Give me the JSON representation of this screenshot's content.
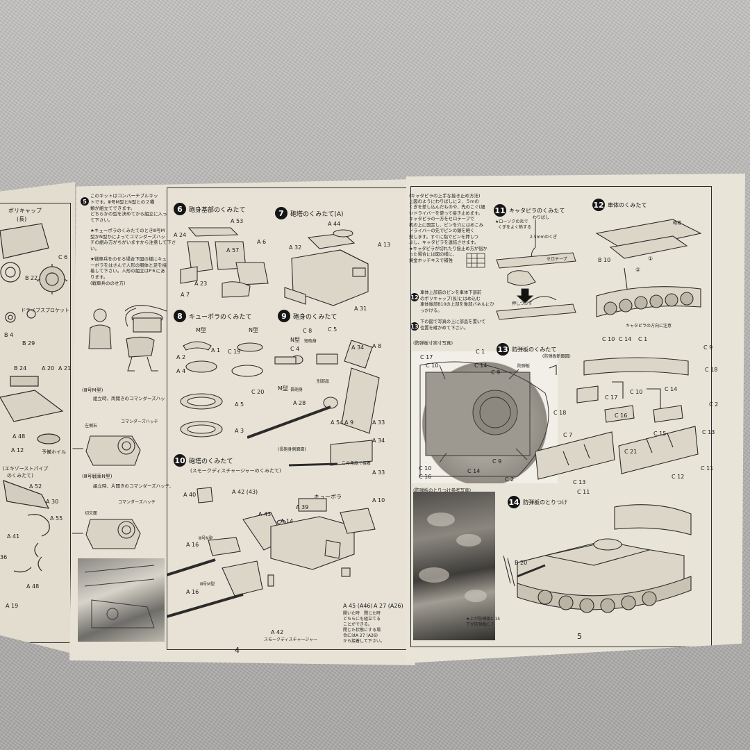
{
  "sheet": {
    "left_page_number": "4",
    "right_page_number": "5"
  },
  "far_left": {
    "labels": [
      "ポリキャップ",
      "(長)",
      "C 6",
      "B 22",
      "ドライブスプロケット",
      "B 4",
      "B 29",
      "B 24",
      "A 20",
      "A 21",
      "A 48",
      "A 12",
      "予備ホイル",
      "(エキゾーストパイプ",
      "のくみたて)",
      "A 52",
      "A 30",
      "A 55",
      "A 41",
      "36",
      "A 48",
      "A 19"
    ]
  },
  "intro": {
    "step_num": "5",
    "text_lines": [
      "このキットはコンバーチブルキッ",
      "トです。Ⅲ号M型とN型との２種",
      "類が組立てできます。",
      "どちらかの型を決めてから組立に入っ",
      "て下さい。",
      "",
      "★キューポラのくみたてのときⅢ号M",
      "型かN型かによってコマンダーズハッ",
      "チの組み方がちがいますから注意して下さ",
      "い。",
      "",
      "★戦車兵をのせる場合下図の様にキュ",
      "ーポラをはさんで人形の胴体と足を接",
      "着して下さい。人形の組立はP６にあ",
      "ります。",
      "(戦車兵ののせ方)"
    ],
    "m_type_heading": "(Ⅲ号M型)",
    "m_type_text": "組立時、両開きのコマンダーズハッ",
    "m_type_labels": [
      "コマンダーズハッチ",
      "左側右"
    ],
    "n_type_heading": "(Ⅲ号戦車N型)",
    "n_type_text": "組立時、片開きのコマンダーズハッチ、",
    "n_type_labels": [
      "コマンダーズハッチ",
      "切欠面"
    ]
  },
  "step6": {
    "num": "6",
    "title": "砲身基部のくみたて",
    "labels": [
      "A 53",
      "A 24",
      "A 57",
      "A 6",
      "A 7",
      "A 23"
    ]
  },
  "step7": {
    "num": "7",
    "title": "砲塔のくみたて(A)",
    "labels": [
      "A 44",
      "A 32",
      "A 13",
      "A 31"
    ]
  },
  "step8": {
    "num": "8",
    "title": "キューポラのくみたて",
    "labels": [
      "M型",
      "N型",
      "A 2",
      "A 1",
      "C 19",
      "A 4",
      "C 20",
      "A 5",
      "A 3"
    ]
  },
  "step9": {
    "num": "9",
    "title": "砲身のくみたて",
    "labels": [
      "C 8",
      "C 5",
      "N型",
      "短砲身",
      "C 4",
      "A 34",
      "A 8",
      "別部品",
      "M型",
      "長砲身",
      "A 28",
      "A 54",
      "A 9",
      "A 33",
      "A 34",
      "(長砲身側面図)",
      "この角度で接着",
      "A 33"
    ]
  },
  "step10": {
    "num": "10",
    "title": "砲塔のくみたて",
    "subtitle": "(スモークディスチャージャーのくみたて)",
    "labels": [
      "A 40",
      "A 42 (43)",
      "A 39",
      "キューポラ",
      "A 10",
      "A 43",
      "A 14",
      "Ⅲ号N型",
      "A 16",
      "Ⅲ号M型",
      "A 16",
      "A 45 (A46)",
      "A 27 (A26)",
      "A 42",
      "スモークディスチャージャー"
    ],
    "note_lines": [
      "開いた時　閉じた時",
      "どちらにも組立てる",
      "ことができる。",
      "閉じた状態にする場",
      "合にはA 27 (A26)",
      "から接着して下さい。"
    ]
  },
  "track_notes": {
    "heading": "(キャタピラの上手な接き止め方法)",
    "lines": [
      "上図のようにわりばしに２．５ｍの",
      "くぎを差し込んだものや、先のこぐ(細",
      "いドライバーを使って接き止めます。",
      "キャタピラの一方をセロテープで",
      "机の上に固定し、ピンを穴にはめこみ",
      "ドライバーの先でピンの頭を軽く",
      "熱します。すぐに指でピンを押しつ",
      "ぶし、キャタピラを連結させます。",
      "★キャタピラが切れたり接止め方が悩か",
      "った場合には図の様に、",
      "焼金ホッチキスで補強"
    ],
    "note12_lines": [
      "車体上部前のピンを車体下部前",
      "のポリキャップ(長)にはめ込む",
      "車体後部B10の上部を後部パネルにひ",
      "っかける。"
    ],
    "note13_lines": [
      "下の図で写真の上に部品を置いて",
      "位置を確かめて下さい。"
    ],
    "photo_caption": "(防弾板寸実寸写真)"
  },
  "step11": {
    "num": "11",
    "title": "キャタピラのくみたて",
    "labels": [
      "★ローソクの炎で",
      "くぎをよく熱する",
      "わりばし",
      "2.5mmのくぎ",
      "セロテープ",
      "押しつぶす"
    ]
  },
  "step12": {
    "num": "12",
    "title": "車体のくみたて",
    "labels": [
      "砲塔",
      "B 10",
      "②",
      "①",
      "キャタピラの方向に注意"
    ]
  },
  "step13": {
    "num": "13",
    "title": "防弾板のくみたて",
    "labels": [
      "C 17",
      "C 10",
      "C 14",
      "C 1",
      "C 9",
      "C 18",
      "C 9",
      "C 2",
      "C 16",
      "C 14",
      "C 10",
      "防弾板",
      "(防弾板断面図)",
      "C 10",
      "C 14",
      "C 1",
      "C 9",
      "C 18",
      "C 17",
      "C 10",
      "C 14",
      "C 2",
      "C 16",
      "C 7",
      "C 15",
      "C 13",
      "C 21",
      "C 11",
      "C 13",
      "C 11",
      "C 12"
    ],
    "photo_caption": "(防弾板のとりつけ参考写真)"
  },
  "step14": {
    "num": "14",
    "title": "防弾板のとりつけ",
    "labels": [
      "B 20"
    ],
    "caption_lines": [
      "★上が防弾板C 15",
      "下が防弾板C 7"
    ]
  }
}
